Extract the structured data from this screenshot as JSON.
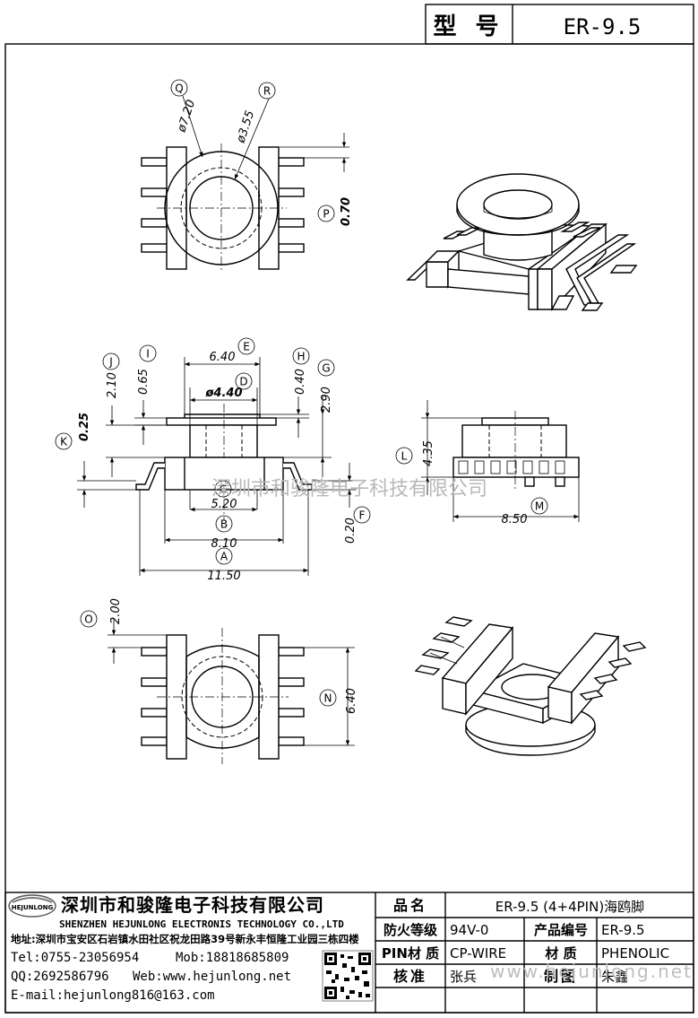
{
  "header": {
    "model_label": "型 号",
    "model_value": "ER-9.5"
  },
  "dimensions": {
    "Q_dia": "ø7.20",
    "R_dia": "ø3.55",
    "P": "0.70",
    "E": "6.40",
    "D": "ø4.40",
    "I": "0.65",
    "J": "2.10",
    "H": "0.40",
    "G": "2.90",
    "K": "0.25",
    "C": "5.20",
    "B": "8.10",
    "A": "11.50",
    "F": "0.20",
    "L": "4.35",
    "M": "8.50",
    "O": "2.00",
    "N": "6.40"
  },
  "bubbles": {
    "A": "A",
    "B": "B",
    "C": "C",
    "D": "D",
    "E": "E",
    "F": "F",
    "G": "G",
    "H": "H",
    "I": "I",
    "J": "J",
    "K": "K",
    "L": "L",
    "M": "M",
    "N": "N",
    "O": "O",
    "P": "P",
    "Q": "Q",
    "R": "R"
  },
  "watermark": "深圳市和骏隆电子科技有限公司",
  "company": {
    "logo_text": "HEJUNLONG",
    "name_cn": "深圳市和骏隆电子科技有限公司",
    "name_en": "SHENZHEN HEJUNLONG ELECTRONIS TECHNOLOGY CO.,LTD",
    "address": "地址:深圳市宝安区石岩镇水田社区祝龙田路39号新永丰恒隆工业园三栋四楼",
    "tel": "Tel:0755-23056954",
    "mob": "Mob:18818685809",
    "qq": "QQ:2692586796",
    "web": "Web:www.hejunlong.net",
    "email": "E-mail:hejunlong816@163.com",
    "footer_watermark": "www.hejunlong.net"
  },
  "title_block": {
    "product_label": "品名",
    "product_value": "ER-9.5 (4+4PIN)海鸥脚",
    "fire_label": "防火等级",
    "fire_value": "94V-0",
    "code_label": "产品编号",
    "code_value": "ER-9.5",
    "pin_label": "PIN材 质",
    "pin_value": "CP-WIRE",
    "material_label": "材 质",
    "material_value": "PHENOLIC",
    "check_label": "核准",
    "check_value": "张兵",
    "draw_label": "制图",
    "draw_value": "朱鑫"
  }
}
